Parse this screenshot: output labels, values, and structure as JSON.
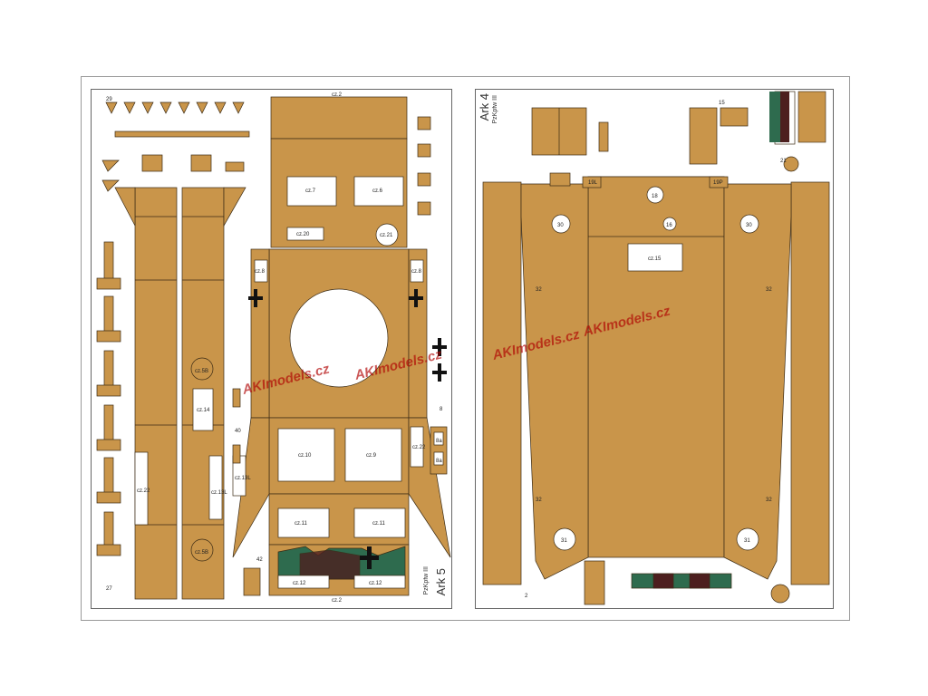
{
  "sheets": [
    {
      "title": "Ark 5",
      "subtitle": "PzKpfw III",
      "labels": {
        "cz7": "cz.7",
        "cz6": "cz.6",
        "cz20": "cz.20",
        "cz21": "cz.21",
        "cz8": "cz.8",
        "cz8b": "cz.8",
        "cz10": "cz.10",
        "cz9": "cz.9",
        "cz11a": "cz.11",
        "cz11b": "cz.11",
        "cz12a": "cz.12",
        "cz12b": "cz.12",
        "cz2top": "cz.2",
        "cz2bot": "cz.2",
        "cz14": "cz.14",
        "cz5a": "cz.5B",
        "cz5b": "cz.5B",
        "cz13a": "cz.13L",
        "cz13b": "cz.13L",
        "cz22a": "cz.22",
        "cz22b": "cz.22",
        "n8a": "8a",
        "n8b": "8a",
        "n29": "29",
        "n27": "27",
        "n40": "40",
        "n42": "42",
        "n8": "8"
      }
    },
    {
      "title": "Ark 4",
      "subtitle": "PzKpfw III",
      "labels": {
        "cz15": "cz.15",
        "n18": "18",
        "n16": "16",
        "n30a": "30",
        "n30b": "30",
        "n31a": "31",
        "n31b": "31",
        "n19L": "19L",
        "n19P": "19P",
        "n32a": "32",
        "n32b": "32",
        "n32c": "32",
        "n32d": "32",
        "n21": "21",
        "n15": "15",
        "n2": "2"
      }
    }
  ],
  "watermark": "AKImodels.cz",
  "colors": {
    "paper": "#c9954a",
    "outline": "#3a2a14",
    "green": "#2e6b4e",
    "maroon": "#4d1f1f"
  }
}
